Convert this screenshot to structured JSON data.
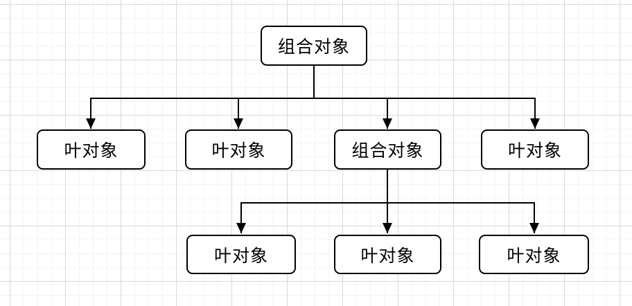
{
  "diagram": {
    "type": "tree",
    "title": "composite-pattern-tree",
    "nodes": [
      {
        "id": "root",
        "label": "组合对象",
        "level": 0
      },
      {
        "id": "child-1",
        "label": "叶对象",
        "level": 1
      },
      {
        "id": "child-2",
        "label": "叶对象",
        "level": 1
      },
      {
        "id": "child-3",
        "label": "组合对象",
        "level": 1
      },
      {
        "id": "child-4",
        "label": "叶对象",
        "level": 1
      },
      {
        "id": "grandchild-1",
        "label": "叶对象",
        "level": 2
      },
      {
        "id": "grandchild-2",
        "label": "叶对象",
        "level": 2
      },
      {
        "id": "grandchild-3",
        "label": "叶对象",
        "level": 2
      }
    ],
    "edges": [
      {
        "from": "root",
        "to": "child-1",
        "arrow": "solid-triangle"
      },
      {
        "from": "root",
        "to": "child-2",
        "arrow": "solid-triangle"
      },
      {
        "from": "root",
        "to": "child-3",
        "arrow": "solid-triangle"
      },
      {
        "from": "root",
        "to": "child-4",
        "arrow": "solid-triangle"
      },
      {
        "from": "child-3",
        "to": "grandchild-1",
        "arrow": "solid-triangle"
      },
      {
        "from": "child-3",
        "to": "grandchild-2",
        "arrow": "solid-triangle"
      },
      {
        "from": "child-3",
        "to": "grandchild-3",
        "arrow": "solid-triangle"
      }
    ],
    "colors": {
      "stroke": "#000000",
      "node_fill": "#ffffff",
      "text": "#000000",
      "grid_minor": "#f4f4f4",
      "grid_major": "#d9d9d9",
      "background": "#ffffff"
    }
  }
}
